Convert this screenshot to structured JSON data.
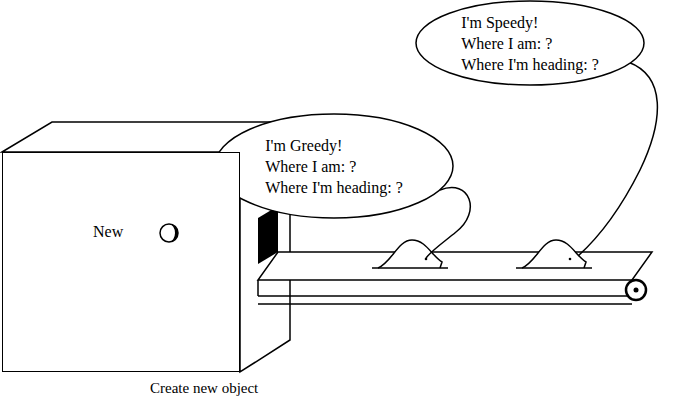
{
  "diagram": {
    "nodes": [
      {
        "text": [
          "I'm Speedy!",
          "Where I am: ?",
          "Where I'm heading: ?"
        ]
      },
      {
        "text": [
          "I'm Greedy!",
          "Where I am: ?",
          "Where I'm heading: ?"
        ]
      },
      {
        "text": [
          "New"
        ]
      }
    ],
    "labels": [
      "Create new object"
    ]
  }
}
